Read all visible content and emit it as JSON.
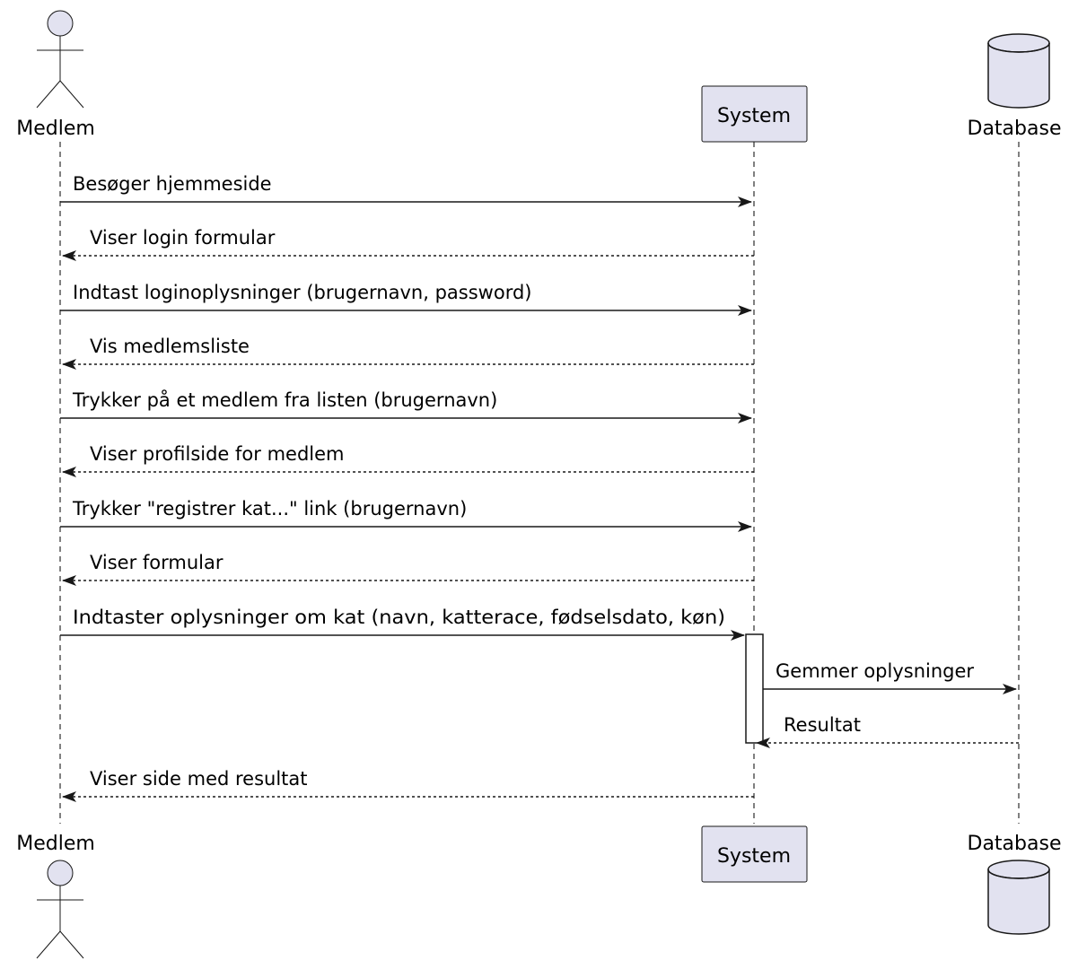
{
  "participants": {
    "medlem": "Medlem",
    "system": "System",
    "database": "Database"
  },
  "messages": [
    {
      "from": "medlem",
      "to": "system",
      "text": "Besøger hjemmeside",
      "style": "solid"
    },
    {
      "from": "system",
      "to": "medlem",
      "text": "Viser login formular",
      "style": "dashed"
    },
    {
      "from": "medlem",
      "to": "system",
      "text": "Indtast loginoplysninger (brugernavn, password)",
      "style": "solid"
    },
    {
      "from": "system",
      "to": "medlem",
      "text": "Vis medlemsliste",
      "style": "dashed"
    },
    {
      "from": "medlem",
      "to": "system",
      "text": "Trykker på et medlem fra listen (brugernavn)",
      "style": "solid"
    },
    {
      "from": "system",
      "to": "medlem",
      "text": "Viser profilside for medlem",
      "style": "dashed"
    },
    {
      "from": "medlem",
      "to": "system",
      "text": "Trykker \"registrer kat...\" link (brugernavn)",
      "style": "solid"
    },
    {
      "from": "system",
      "to": "medlem",
      "text": "Viser formular",
      "style": "dashed"
    },
    {
      "from": "medlem",
      "to": "system",
      "text": "Indtaster oplysninger om kat (navn, katterace, fødselsdato, køn)",
      "style": "solid"
    },
    {
      "from": "system",
      "to": "database",
      "text": "Gemmer oplysninger",
      "style": "solid"
    },
    {
      "from": "database",
      "to": "system",
      "text": "Resultat",
      "style": "dashed"
    },
    {
      "from": "system",
      "to": "medlem",
      "text": "Viser side med resultat",
      "style": "dashed"
    }
  ],
  "colors": {
    "participant_fill": "#e2e2f0",
    "participant_border": "#181818",
    "line": "#000000"
  }
}
